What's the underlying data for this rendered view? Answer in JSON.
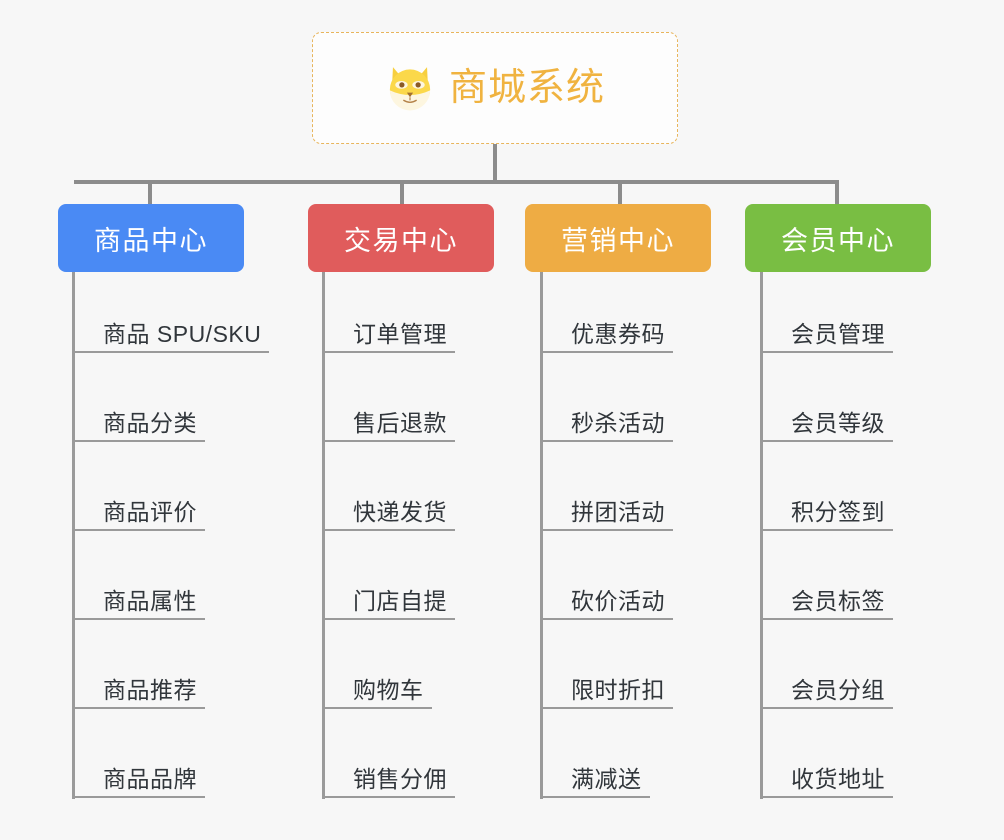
{
  "page": {
    "background_color": "#f7f7f7",
    "title": "商城系统"
  },
  "root": {
    "label": "商城系统",
    "icon": "shiba-dog-face-icon",
    "text_color": "#f0b340",
    "border_color": "#e8b55c",
    "background_color": "#fdfdfd"
  },
  "connector": {
    "color": "#8c8c8c"
  },
  "columns": [
    {
      "id": "product-center",
      "label": "商品中心",
      "color": "#4a8af4",
      "items": [
        "商品 SPU/SKU",
        "商品分类",
        "商品评价",
        "商品属性",
        "商品推荐",
        "商品品牌"
      ]
    },
    {
      "id": "trade-center",
      "label": "交易中心",
      "color": "#e05c5c",
      "items": [
        "订单管理",
        "售后退款",
        "快递发货",
        "门店自提",
        "购物车",
        "销售分佣"
      ]
    },
    {
      "id": "marketing-center",
      "label": "营销中心",
      "color": "#eeac44",
      "items": [
        "优惠券码",
        "秒杀活动",
        "拼团活动",
        "砍价活动",
        "限时折扣",
        "满减送"
      ]
    },
    {
      "id": "member-center",
      "label": "会员中心",
      "color": "#79be43",
      "items": [
        "会员管理",
        "会员等级",
        "积分签到",
        "会员标签",
        "会员分组",
        "收货地址"
      ]
    }
  ]
}
